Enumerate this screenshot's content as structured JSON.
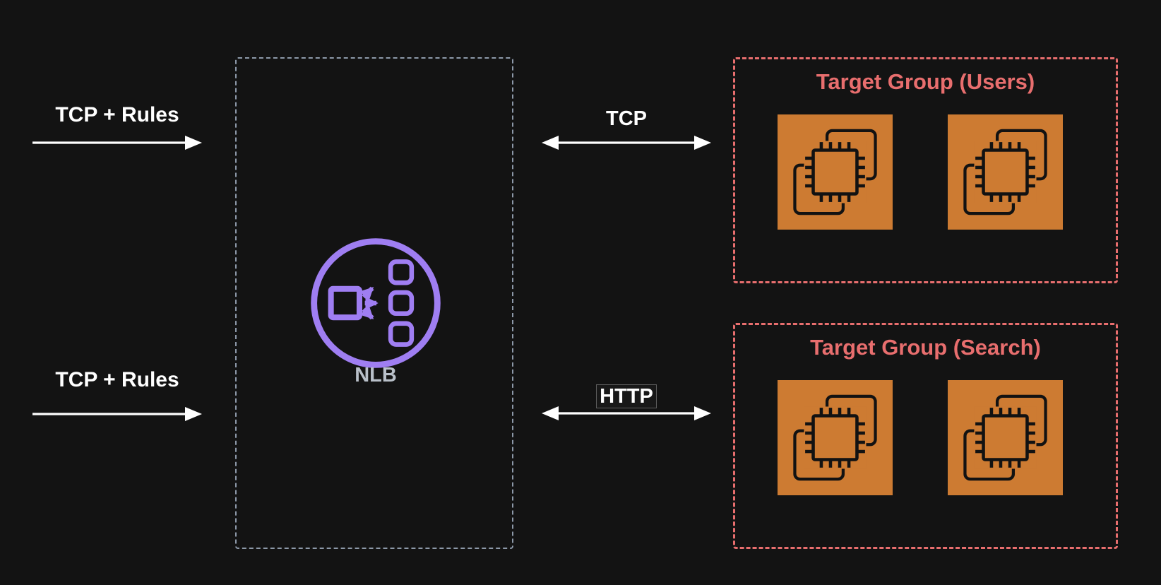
{
  "colors": {
    "background": "#131313",
    "nlb_accent": "#9f7ef2",
    "nlb_box_border": "#8d99a9",
    "nlb_label_color": "#b9c0c9",
    "target_group_accent": "#e86e6e",
    "instance_fill": "#cd7b32",
    "instance_glyph": "#121212",
    "arrow_color": "#ffffff"
  },
  "load_balancer": {
    "label": "NLB"
  },
  "inbound_flows": [
    {
      "label": "TCP + Rules"
    },
    {
      "label": "TCP + Rules"
    }
  ],
  "connections": [
    {
      "label": "TCP"
    },
    {
      "label": "HTTP"
    }
  ],
  "target_groups": [
    {
      "title": "Target Group (Users)",
      "instance_count": 2
    },
    {
      "title": "Target Group (Search)",
      "instance_count": 2
    }
  ]
}
